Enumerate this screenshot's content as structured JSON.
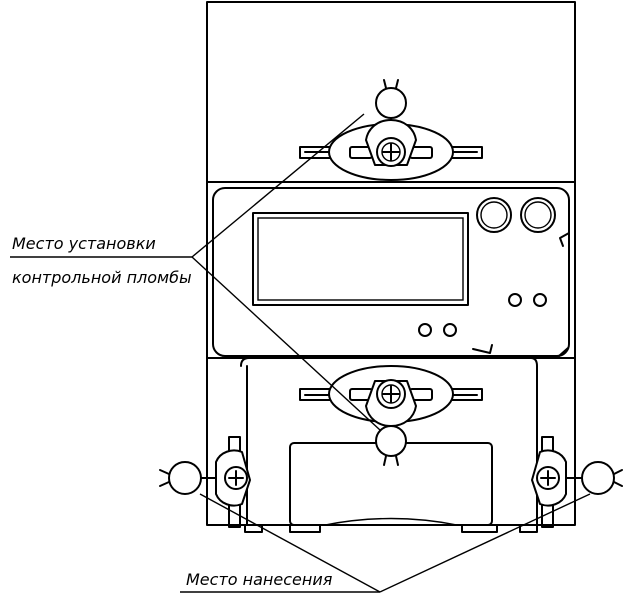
{
  "labels": {
    "seal_place_line1": "Место установки",
    "seal_place_line2": "контрольной пломбы",
    "marking_place": "Место нанесения"
  }
}
